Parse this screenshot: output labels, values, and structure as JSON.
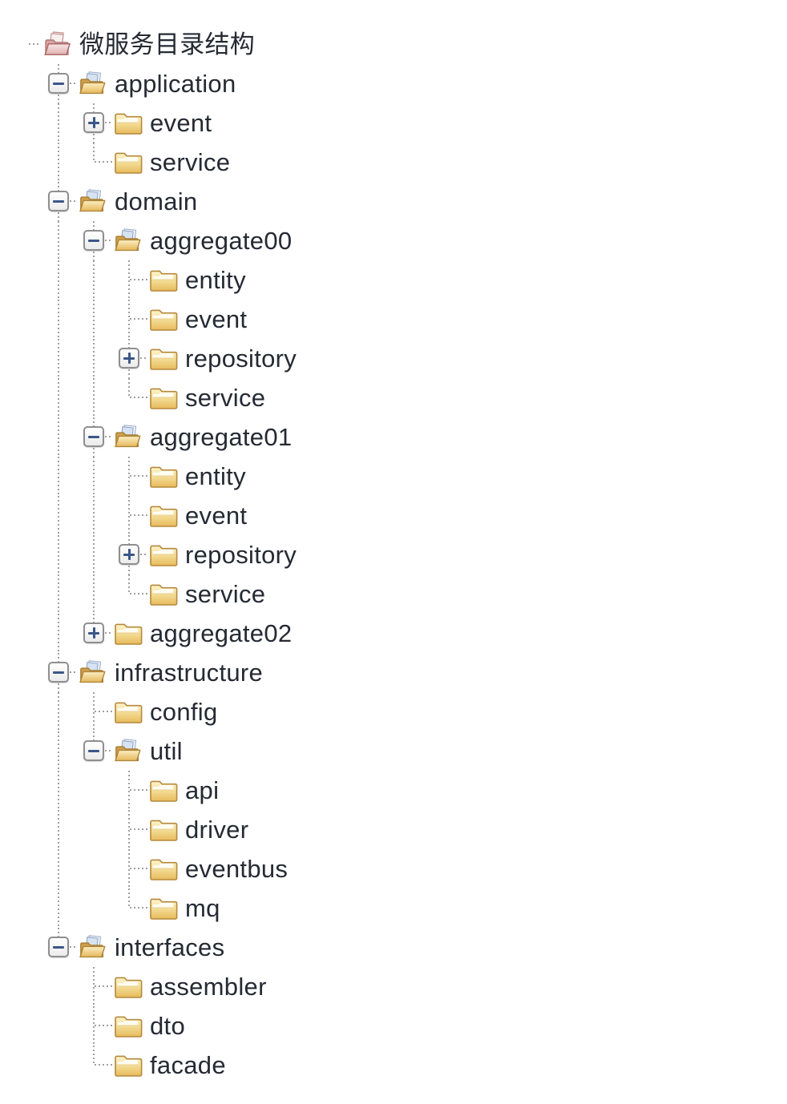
{
  "window": {
    "title": "微服务目录结构"
  },
  "tree": {
    "root_label": "微服务目录结构",
    "icons": {
      "root": "pink-open-folder-icon",
      "open": "open-folder-icon",
      "closed": "closed-folder-icon",
      "minus": "collapse-icon",
      "plus": "expand-icon"
    },
    "colors": {
      "text": "#252a33",
      "guide_dots": "#a0a0a0",
      "expander_border": "#8f8f8f",
      "expander_symbol": "#3b5787",
      "folder_body": "#e7ba5c",
      "folder_border": "#b5893c",
      "page_blue": "#d7e2f3",
      "root_folder_pink": "#e6baba",
      "root_folder_border": "#ad6a6a",
      "background": "#ffffff"
    },
    "nodes": [
      {
        "label": "微服务目录结构",
        "depth": 0,
        "icon": "root",
        "expander": null,
        "last": true,
        "guides": []
      },
      {
        "label": "application",
        "depth": 1,
        "icon": "open",
        "expander": "minus",
        "last": false,
        "guides": []
      },
      {
        "label": "event",
        "depth": 2,
        "icon": "closed",
        "expander": "plus",
        "last": false,
        "guides": [
          true
        ]
      },
      {
        "label": "service",
        "depth": 2,
        "icon": "closed",
        "expander": null,
        "last": true,
        "guides": [
          true
        ]
      },
      {
        "label": "domain",
        "depth": 1,
        "icon": "open",
        "expander": "minus",
        "last": false,
        "guides": []
      },
      {
        "label": "aggregate00",
        "depth": 2,
        "icon": "open",
        "expander": "minus",
        "last": false,
        "guides": [
          true
        ]
      },
      {
        "label": "entity",
        "depth": 3,
        "icon": "closed",
        "expander": null,
        "last": false,
        "guides": [
          true,
          true
        ]
      },
      {
        "label": "event",
        "depth": 3,
        "icon": "closed",
        "expander": null,
        "last": false,
        "guides": [
          true,
          true
        ]
      },
      {
        "label": "repository",
        "depth": 3,
        "icon": "closed",
        "expander": "plus",
        "last": false,
        "guides": [
          true,
          true
        ]
      },
      {
        "label": "service",
        "depth": 3,
        "icon": "closed",
        "expander": null,
        "last": true,
        "guides": [
          true,
          true
        ]
      },
      {
        "label": "aggregate01",
        "depth": 2,
        "icon": "open",
        "expander": "minus",
        "last": false,
        "guides": [
          true
        ]
      },
      {
        "label": "entity",
        "depth": 3,
        "icon": "closed",
        "expander": null,
        "last": false,
        "guides": [
          true,
          true
        ]
      },
      {
        "label": "event",
        "depth": 3,
        "icon": "closed",
        "expander": null,
        "last": false,
        "guides": [
          true,
          true
        ]
      },
      {
        "label": "repository",
        "depth": 3,
        "icon": "closed",
        "expander": "plus",
        "last": false,
        "guides": [
          true,
          true
        ]
      },
      {
        "label": "service",
        "depth": 3,
        "icon": "closed",
        "expander": null,
        "last": true,
        "guides": [
          true,
          true
        ]
      },
      {
        "label": "aggregate02",
        "depth": 2,
        "icon": "closed",
        "expander": "plus",
        "last": true,
        "guides": [
          true
        ]
      },
      {
        "label": "infrastructure",
        "depth": 1,
        "icon": "open",
        "expander": "minus",
        "last": false,
        "guides": []
      },
      {
        "label": "config",
        "depth": 2,
        "icon": "closed",
        "expander": null,
        "last": false,
        "guides": [
          true
        ]
      },
      {
        "label": "util",
        "depth": 2,
        "icon": "open",
        "expander": "minus",
        "last": true,
        "guides": [
          true
        ]
      },
      {
        "label": "api",
        "depth": 3,
        "icon": "closed",
        "expander": null,
        "last": false,
        "guides": [
          true,
          false
        ]
      },
      {
        "label": "driver",
        "depth": 3,
        "icon": "closed",
        "expander": null,
        "last": false,
        "guides": [
          true,
          false
        ]
      },
      {
        "label": "eventbus",
        "depth": 3,
        "icon": "closed",
        "expander": null,
        "last": false,
        "guides": [
          true,
          false
        ]
      },
      {
        "label": "mq",
        "depth": 3,
        "icon": "closed",
        "expander": null,
        "last": true,
        "guides": [
          true,
          false
        ]
      },
      {
        "label": "interfaces",
        "depth": 1,
        "icon": "open",
        "expander": "minus",
        "last": true,
        "guides": []
      },
      {
        "label": "assembler",
        "depth": 2,
        "icon": "closed",
        "expander": null,
        "last": false,
        "guides": [
          false
        ]
      },
      {
        "label": "dto",
        "depth": 2,
        "icon": "closed",
        "expander": null,
        "last": false,
        "guides": [
          false
        ]
      },
      {
        "label": "facade",
        "depth": 2,
        "icon": "closed",
        "expander": null,
        "last": true,
        "guides": [
          false
        ]
      }
    ]
  }
}
